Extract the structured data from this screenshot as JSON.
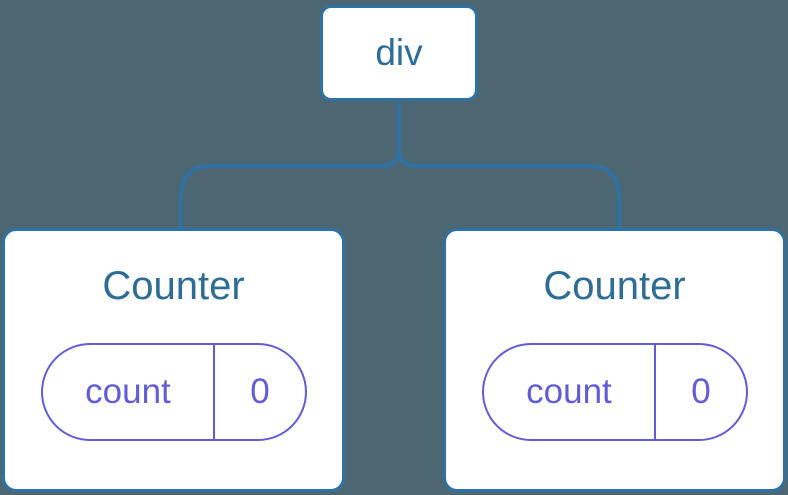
{
  "colors": {
    "background": "#4d6772",
    "line_blue": "#2f71a3",
    "node_bg": "#ffffff",
    "node_text": "#2b6d9a",
    "title_text": "#2d6c95",
    "state_purple": "#625cd6"
  },
  "tree": {
    "root": {
      "label": "div"
    },
    "children": [
      {
        "label": "Counter",
        "state": [
          {
            "key": "count",
            "value": "0"
          }
        ]
      },
      {
        "label": "Counter",
        "state": [
          {
            "key": "count",
            "value": "0"
          }
        ]
      }
    ]
  }
}
